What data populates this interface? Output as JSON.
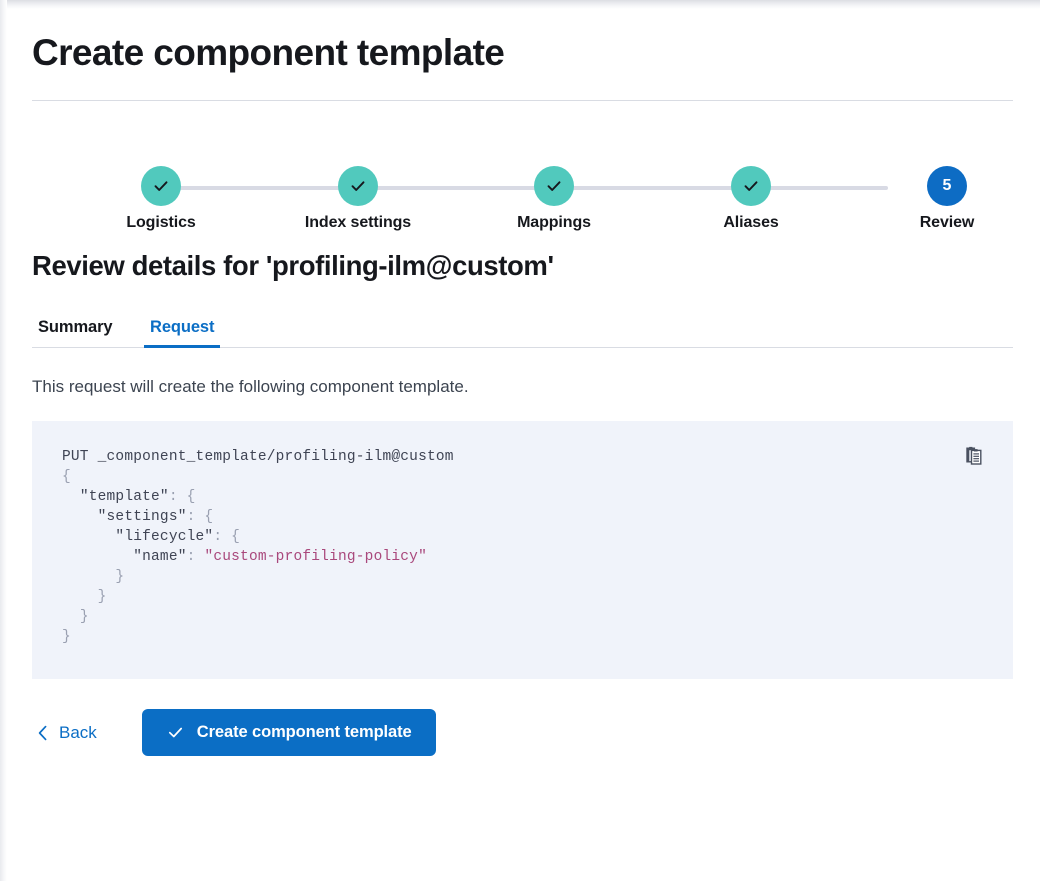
{
  "page": {
    "title": "Create component template"
  },
  "stepper": {
    "steps": [
      {
        "label": "Logistics",
        "number": "1",
        "state": "done"
      },
      {
        "label": "Index settings",
        "number": "2",
        "state": "done"
      },
      {
        "label": "Mappings",
        "number": "3",
        "state": "done"
      },
      {
        "label": "Aliases",
        "number": "4",
        "state": "done"
      },
      {
        "label": "Review",
        "number": "5",
        "state": "current"
      }
    ],
    "done_color": "#51c9bd",
    "current_color": "#0d6cc4",
    "track_color": "#d8dae4"
  },
  "review": {
    "heading": "Review details for 'profiling-ilm@custom'",
    "template_name": "profiling-ilm@custom",
    "tabs": [
      {
        "label": "Summary",
        "active": false
      },
      {
        "label": "Request",
        "active": true
      }
    ],
    "description": "This request will create the following component template.",
    "accent_color": "#0b6ec5"
  },
  "request": {
    "method": "PUT",
    "path": "_component_template/profiling-ilm@custom",
    "request_line": "PUT _component_template/profiling-ilm@custom",
    "body_lines": [
      "{",
      "  \"template\": {",
      "    \"settings\": {",
      "      \"lifecycle\": {",
      "        \"name\": \"custom-profiling-policy\"",
      "      }",
      "    }",
      "  }",
      "}"
    ],
    "lifecycle_policy_name": "custom-profiling-policy",
    "copy_tooltip": "Copy",
    "panel_background": "#f0f3fa",
    "string_color": "#a9487c"
  },
  "footer": {
    "back_label": "Back",
    "submit_label": "Create component template"
  }
}
